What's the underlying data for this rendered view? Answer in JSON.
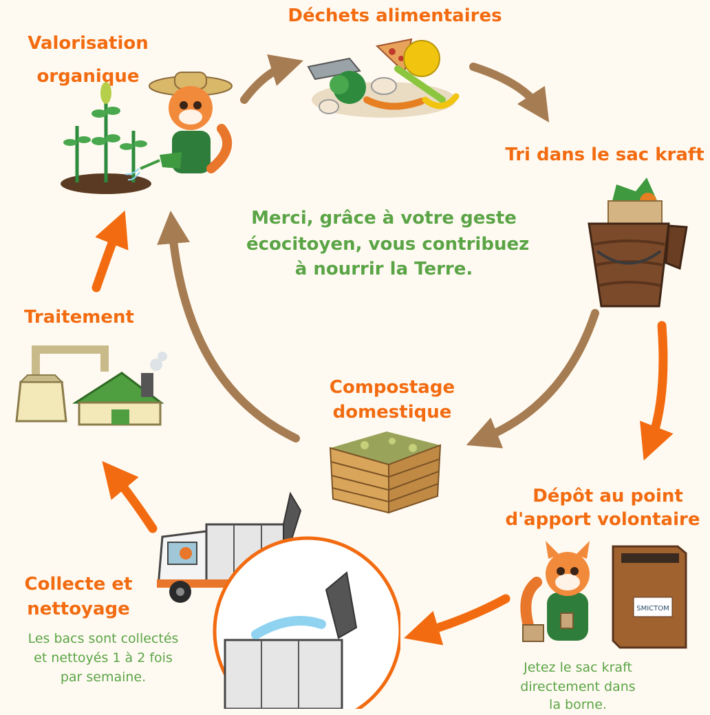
{
  "steps": {
    "food_waste": {
      "title": "Déchets alimentaires"
    },
    "kraft_bag": {
      "title": "Tri dans le sac kraft"
    },
    "drop_off": {
      "title_line1": "Dépôt au point",
      "title_line2": "d'apport volontaire",
      "note_line1": "Jetez le sac kraft",
      "note_line2": "directement dans",
      "note_line3": "la borne."
    },
    "collection": {
      "title_line1": "Collecte et",
      "title_line2": "nettoyage",
      "note_line1": "Les bacs sont collectés",
      "note_line2": "et nettoyés 1 à 2 fois",
      "note_line3": "par semaine."
    },
    "treatment": {
      "title": "Traitement"
    },
    "valorisation": {
      "title_line1": "Valorisation",
      "title_line2": "organique"
    },
    "composting": {
      "title_line1": "Compostage",
      "title_line2": "domestique"
    }
  },
  "center_message": {
    "line1": "Merci, grâce à votre geste",
    "line2": "écocitoyen, vous contribuez",
    "line3": "à nourrir la Terre."
  },
  "bin_logo_text": "SMICTOM",
  "colors": {
    "heading": "#f26b10",
    "body_text": "#5aa446",
    "arrow_collective": "#f26b10",
    "arrow_domestic": "#a67c52"
  }
}
